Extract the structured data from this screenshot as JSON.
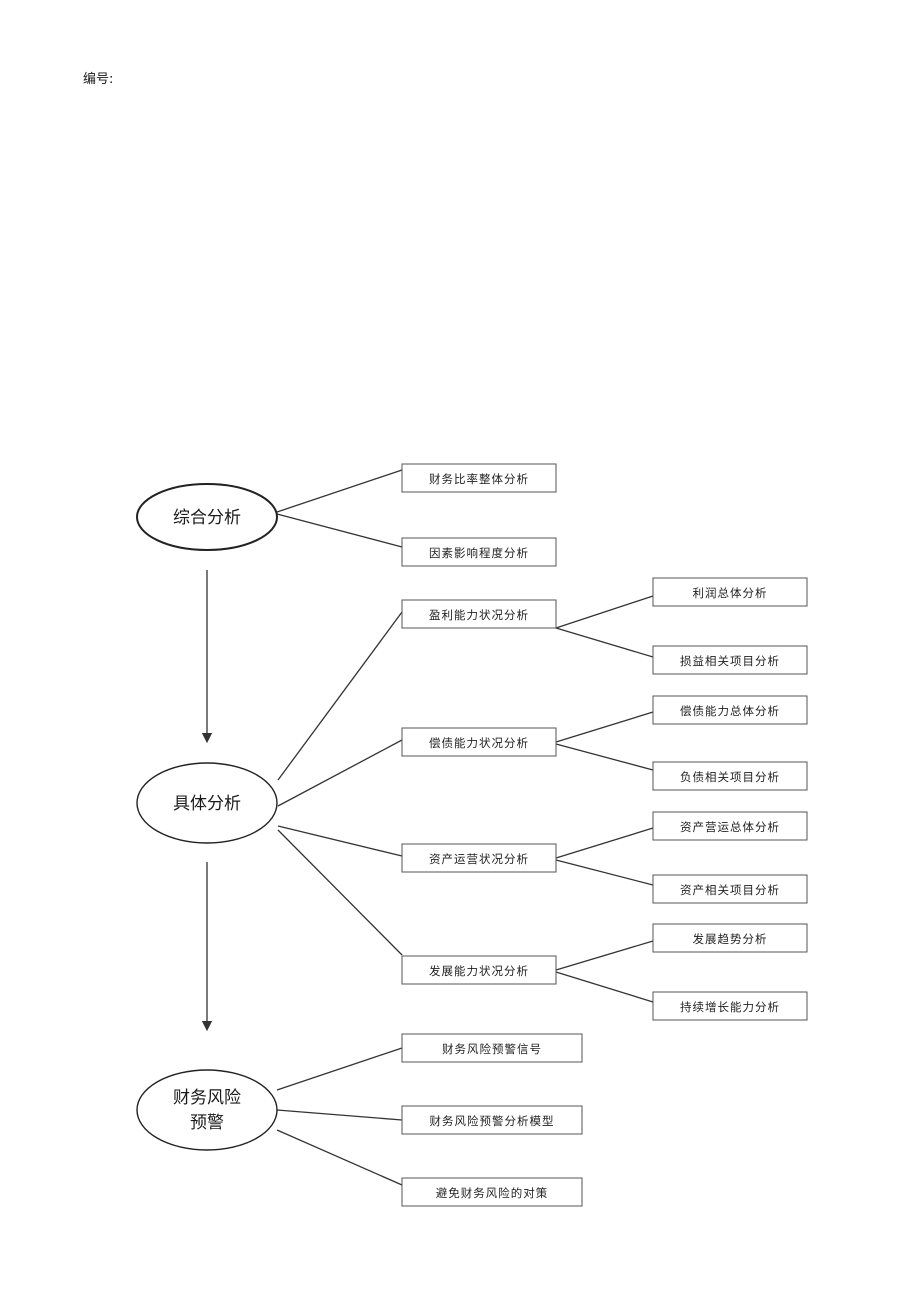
{
  "header": {
    "doc_number_label": "编号:"
  },
  "diagram": {
    "nodes": {
      "comprehensive": "综合分析",
      "specific": "具体分析",
      "warning_line1": "财务风险",
      "warning_line2": "预警"
    },
    "boxes": {
      "ratio_overall": "财务比率整体分析",
      "factor_impact": "因素影响程度分析",
      "profitability": "盈利能力状况分析",
      "profit_total": "利润总体分析",
      "profit_related": "损益相关项目分析",
      "solvency": "偿债能力状况分析",
      "solvency_total": "偿债能力总体分析",
      "solvency_related": "负债相关项目分析",
      "operation": "资产运营状况分析",
      "operation_total": "资产营运总体分析",
      "asset_related": "资产相关项目分析",
      "development": "发展能力状况分析",
      "development_trend": "发展趋势分析",
      "sustainable_growth": "持续增长能力分析",
      "risk_signal": "财务风险预警信号",
      "risk_model": "财务风险预警分析模型",
      "risk_measures": "避免财务风险的对策"
    }
  }
}
